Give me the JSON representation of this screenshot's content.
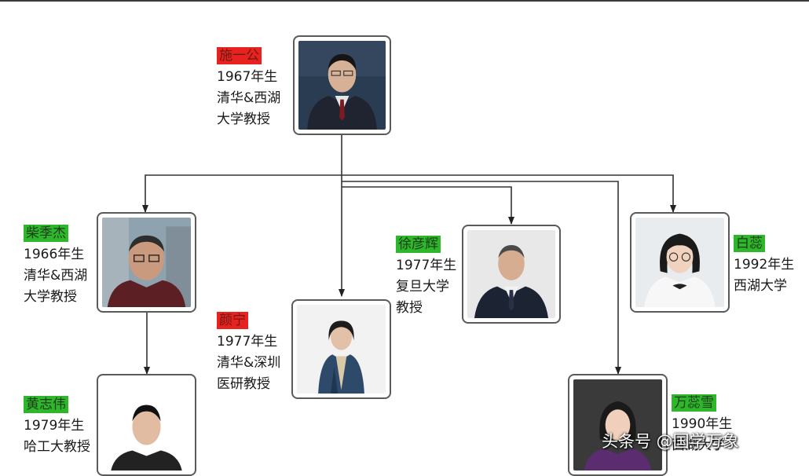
{
  "nodes": {
    "shi": {
      "name": "施一公",
      "lines": [
        "1967年生",
        "清华&西湖",
        "大学教授"
      ],
      "tag_color": "#e8231f"
    },
    "chai": {
      "name": "柴季杰",
      "lines": [
        "1966年生",
        "清华&西湖",
        "大学教授"
      ],
      "tag_color": "#2fb72c"
    },
    "yan": {
      "name": "颜宁",
      "lines": [
        "1977年生",
        "清华&深圳",
        "医研教授"
      ],
      "tag_color": "#e8231f"
    },
    "xu": {
      "name": "徐彦辉",
      "lines": [
        "1977年生",
        "复旦大学",
        "教授"
      ],
      "tag_color": "#2fb72c"
    },
    "bai": {
      "name": "白蕊",
      "lines": [
        "1992年生",
        "西湖大学"
      ],
      "tag_color": "#2fb72c"
    },
    "huang": {
      "name": "黄志伟",
      "lines": [
        "1979年生",
        "哈工大教授"
      ],
      "tag_color": "#2fb72c"
    },
    "wan": {
      "name": "万蕊雪",
      "lines": [
        "1990年生",
        "西湖大学"
      ],
      "tag_color": "#2fb72c"
    }
  },
  "watermark": "头条号 @国学万象"
}
